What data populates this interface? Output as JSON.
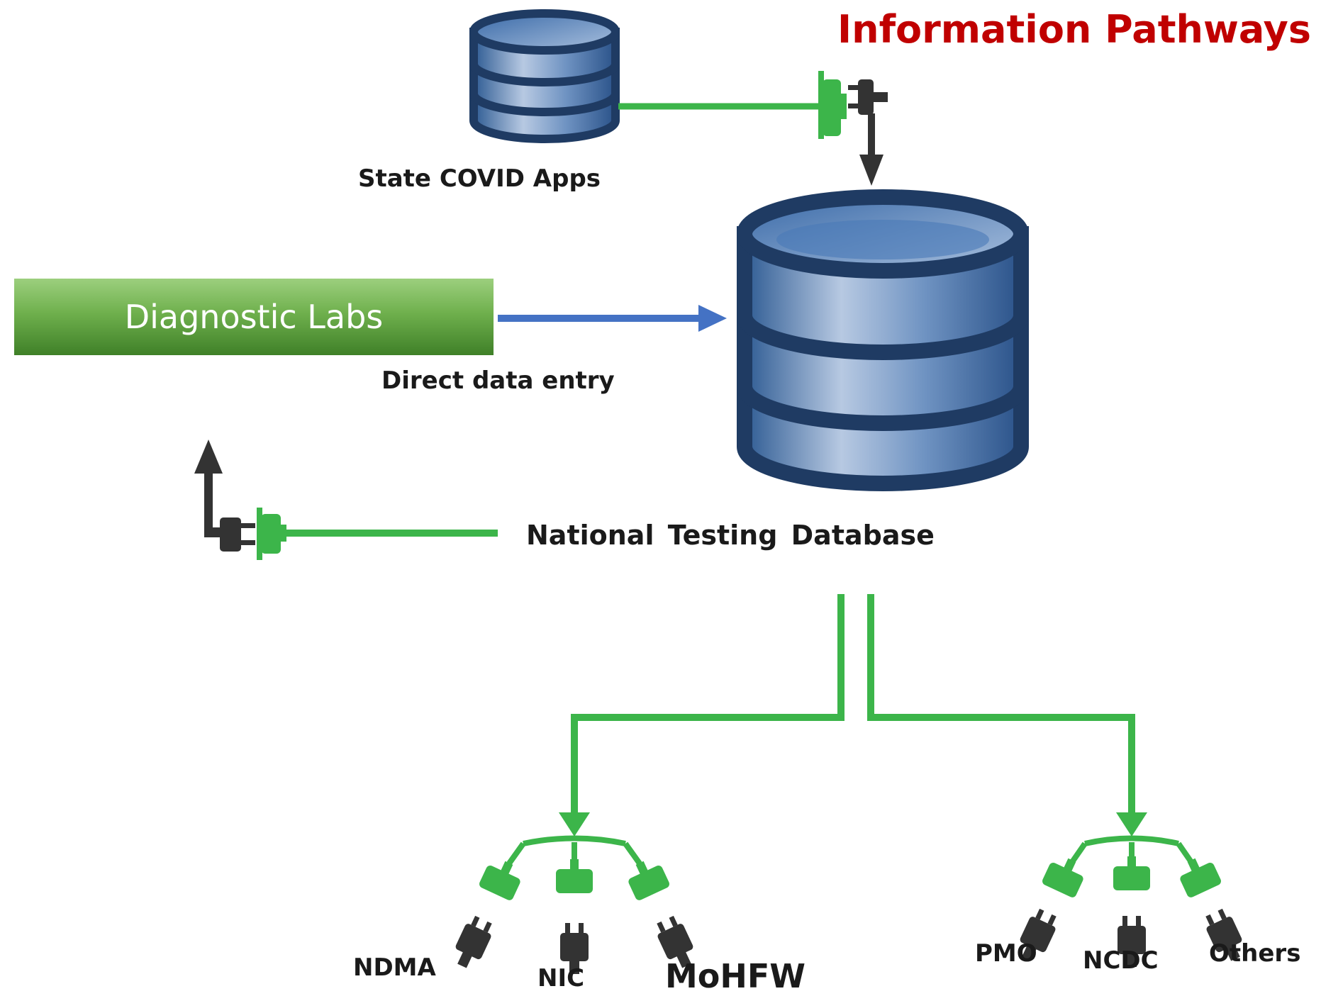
{
  "title": "Information Pathways",
  "nodes": {
    "state_apps": "State COVID Apps",
    "diagnostic_labs": "Diagnostic Labs",
    "direct_entry": "Direct data entry",
    "national_db": "National Testing Database"
  },
  "consumers": {
    "left": [
      "NDMA",
      "NIC",
      "MoHFW"
    ],
    "right": [
      "PMO",
      "NCDC",
      "Others"
    ]
  },
  "colors": {
    "title": "#c00000",
    "connector_green": "#3cb54a",
    "arrow_blue": "#4472c4",
    "plug_dark": "#333333",
    "database_navy": "#1f3b63"
  }
}
